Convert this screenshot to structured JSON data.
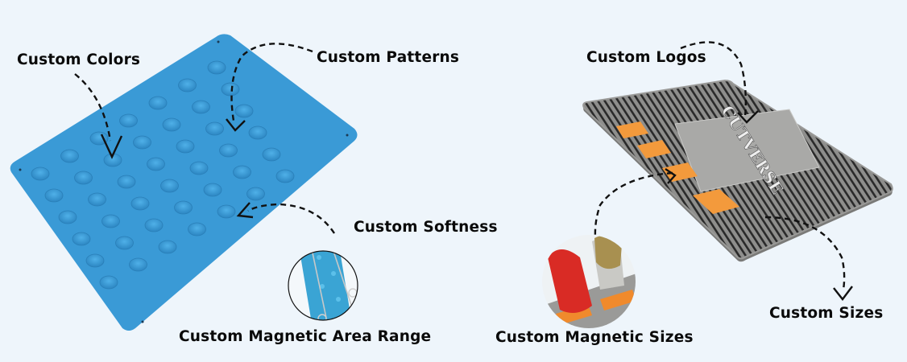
{
  "labels": {
    "custom_colors": "Custom Colors",
    "custom_patterns": "Custom Patterns",
    "custom_softness": "Custom Softness",
    "custom_magnetic_area_range": "Custom Magnetic Area Range",
    "custom_logos": "Custom Logos",
    "custom_magnetic_sizes": "Custom Magnetic Sizes",
    "custom_sizes": "Custom Sizes"
  },
  "logo_text": "CUTVERSE",
  "colors": {
    "background": "#eef5fb",
    "blue_mat": "#3a9ad6",
    "gray_mat": "#8c8c8a",
    "orange_magnet": "#f39a3c",
    "text": "#0a0a0a"
  }
}
